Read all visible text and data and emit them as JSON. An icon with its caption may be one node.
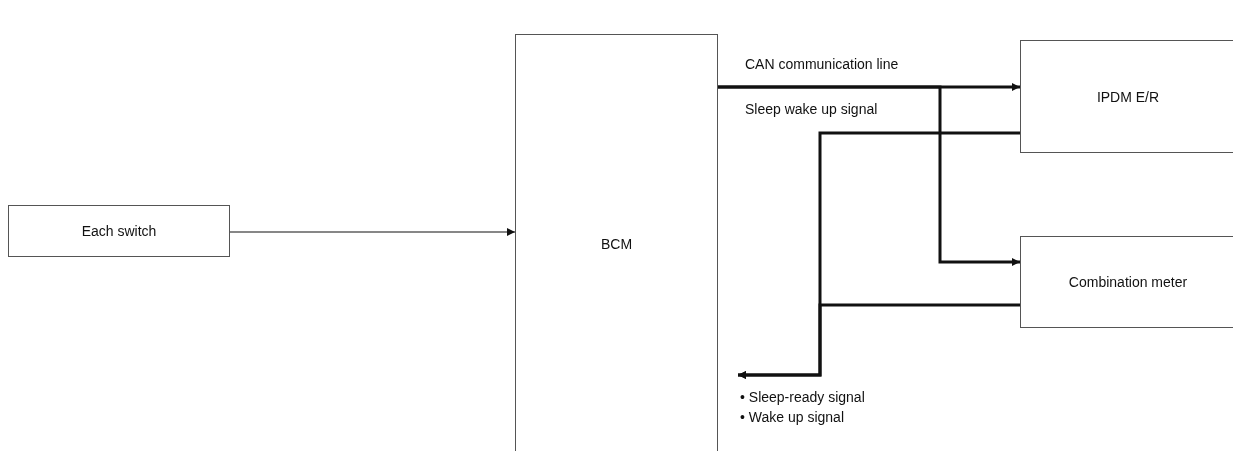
{
  "diagram": {
    "nodes": [
      {
        "text": [
          "Each switch"
        ]
      },
      {
        "text": [
          "BCM"
        ]
      },
      {
        "text": [
          "IPDM E/R"
        ]
      },
      {
        "text": [
          "Combination meter"
        ]
      }
    ],
    "edges": [
      {
        "from": 0,
        "to": 1,
        "arrow": "to"
      },
      {
        "from": 1,
        "to": 2,
        "arrow": "to",
        "label": "CAN communication line"
      },
      {
        "from": 1,
        "to": 3,
        "arrow": "to",
        "label": "Sleep wake up signal"
      },
      {
        "from": 2,
        "to": 1,
        "arrow": "to"
      },
      {
        "from": 3,
        "to": 1,
        "arrow": "to"
      }
    ],
    "labels": [
      "• Sleep-ready signal",
      "• Wake up signal"
    ]
  }
}
